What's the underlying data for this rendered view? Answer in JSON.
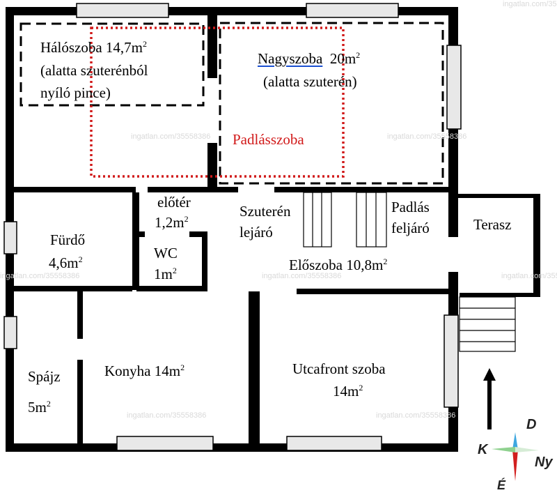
{
  "rooms": {
    "halo": {
      "name": "Hálószoba 14,7m",
      "sup": "2",
      "line2": "(alatta szuterénból",
      "line3": "nyíló pince)"
    },
    "nagy": {
      "name": "Nagyszoba",
      "area": "20m",
      "sup": "2",
      "line2": "(alatta szuterén)"
    },
    "padlasszoba": {
      "name": "Padlásszoba"
    },
    "eloter": {
      "line1": "előtér",
      "line2": "1,2m",
      "sup": "2"
    },
    "szuteren": {
      "line1": "Szuterén",
      "line2": "lejáró"
    },
    "padlas": {
      "line1": "Padlás",
      "line2": "feljáró"
    },
    "terasz": {
      "name": "Terasz"
    },
    "furdo": {
      "line1": "Fürdő",
      "line2": "4,6m",
      "sup": "2"
    },
    "wc": {
      "line1": "WC",
      "line2": "1m",
      "sup": "2"
    },
    "eloszoba": {
      "name": "Előszoba 10,8m",
      "sup": "2"
    },
    "spajz": {
      "line1": "Spájz",
      "line2": "5m",
      "sup": "2"
    },
    "konyha": {
      "name": "Konyha 14m",
      "sup": "2"
    },
    "utcafront": {
      "line1": "Utcafront szoba",
      "line2": "14m",
      "sup": "2"
    }
  },
  "watermark": "ingatlan.com/35558386",
  "compass": {
    "north": "É",
    "south": "D",
    "west": "Ny",
    "east": "K"
  },
  "colors": {
    "wall": "#000000",
    "window": "#e8e8e8",
    "attic_outline": "#d11a1a",
    "watermark": "#d9d9d9"
  }
}
